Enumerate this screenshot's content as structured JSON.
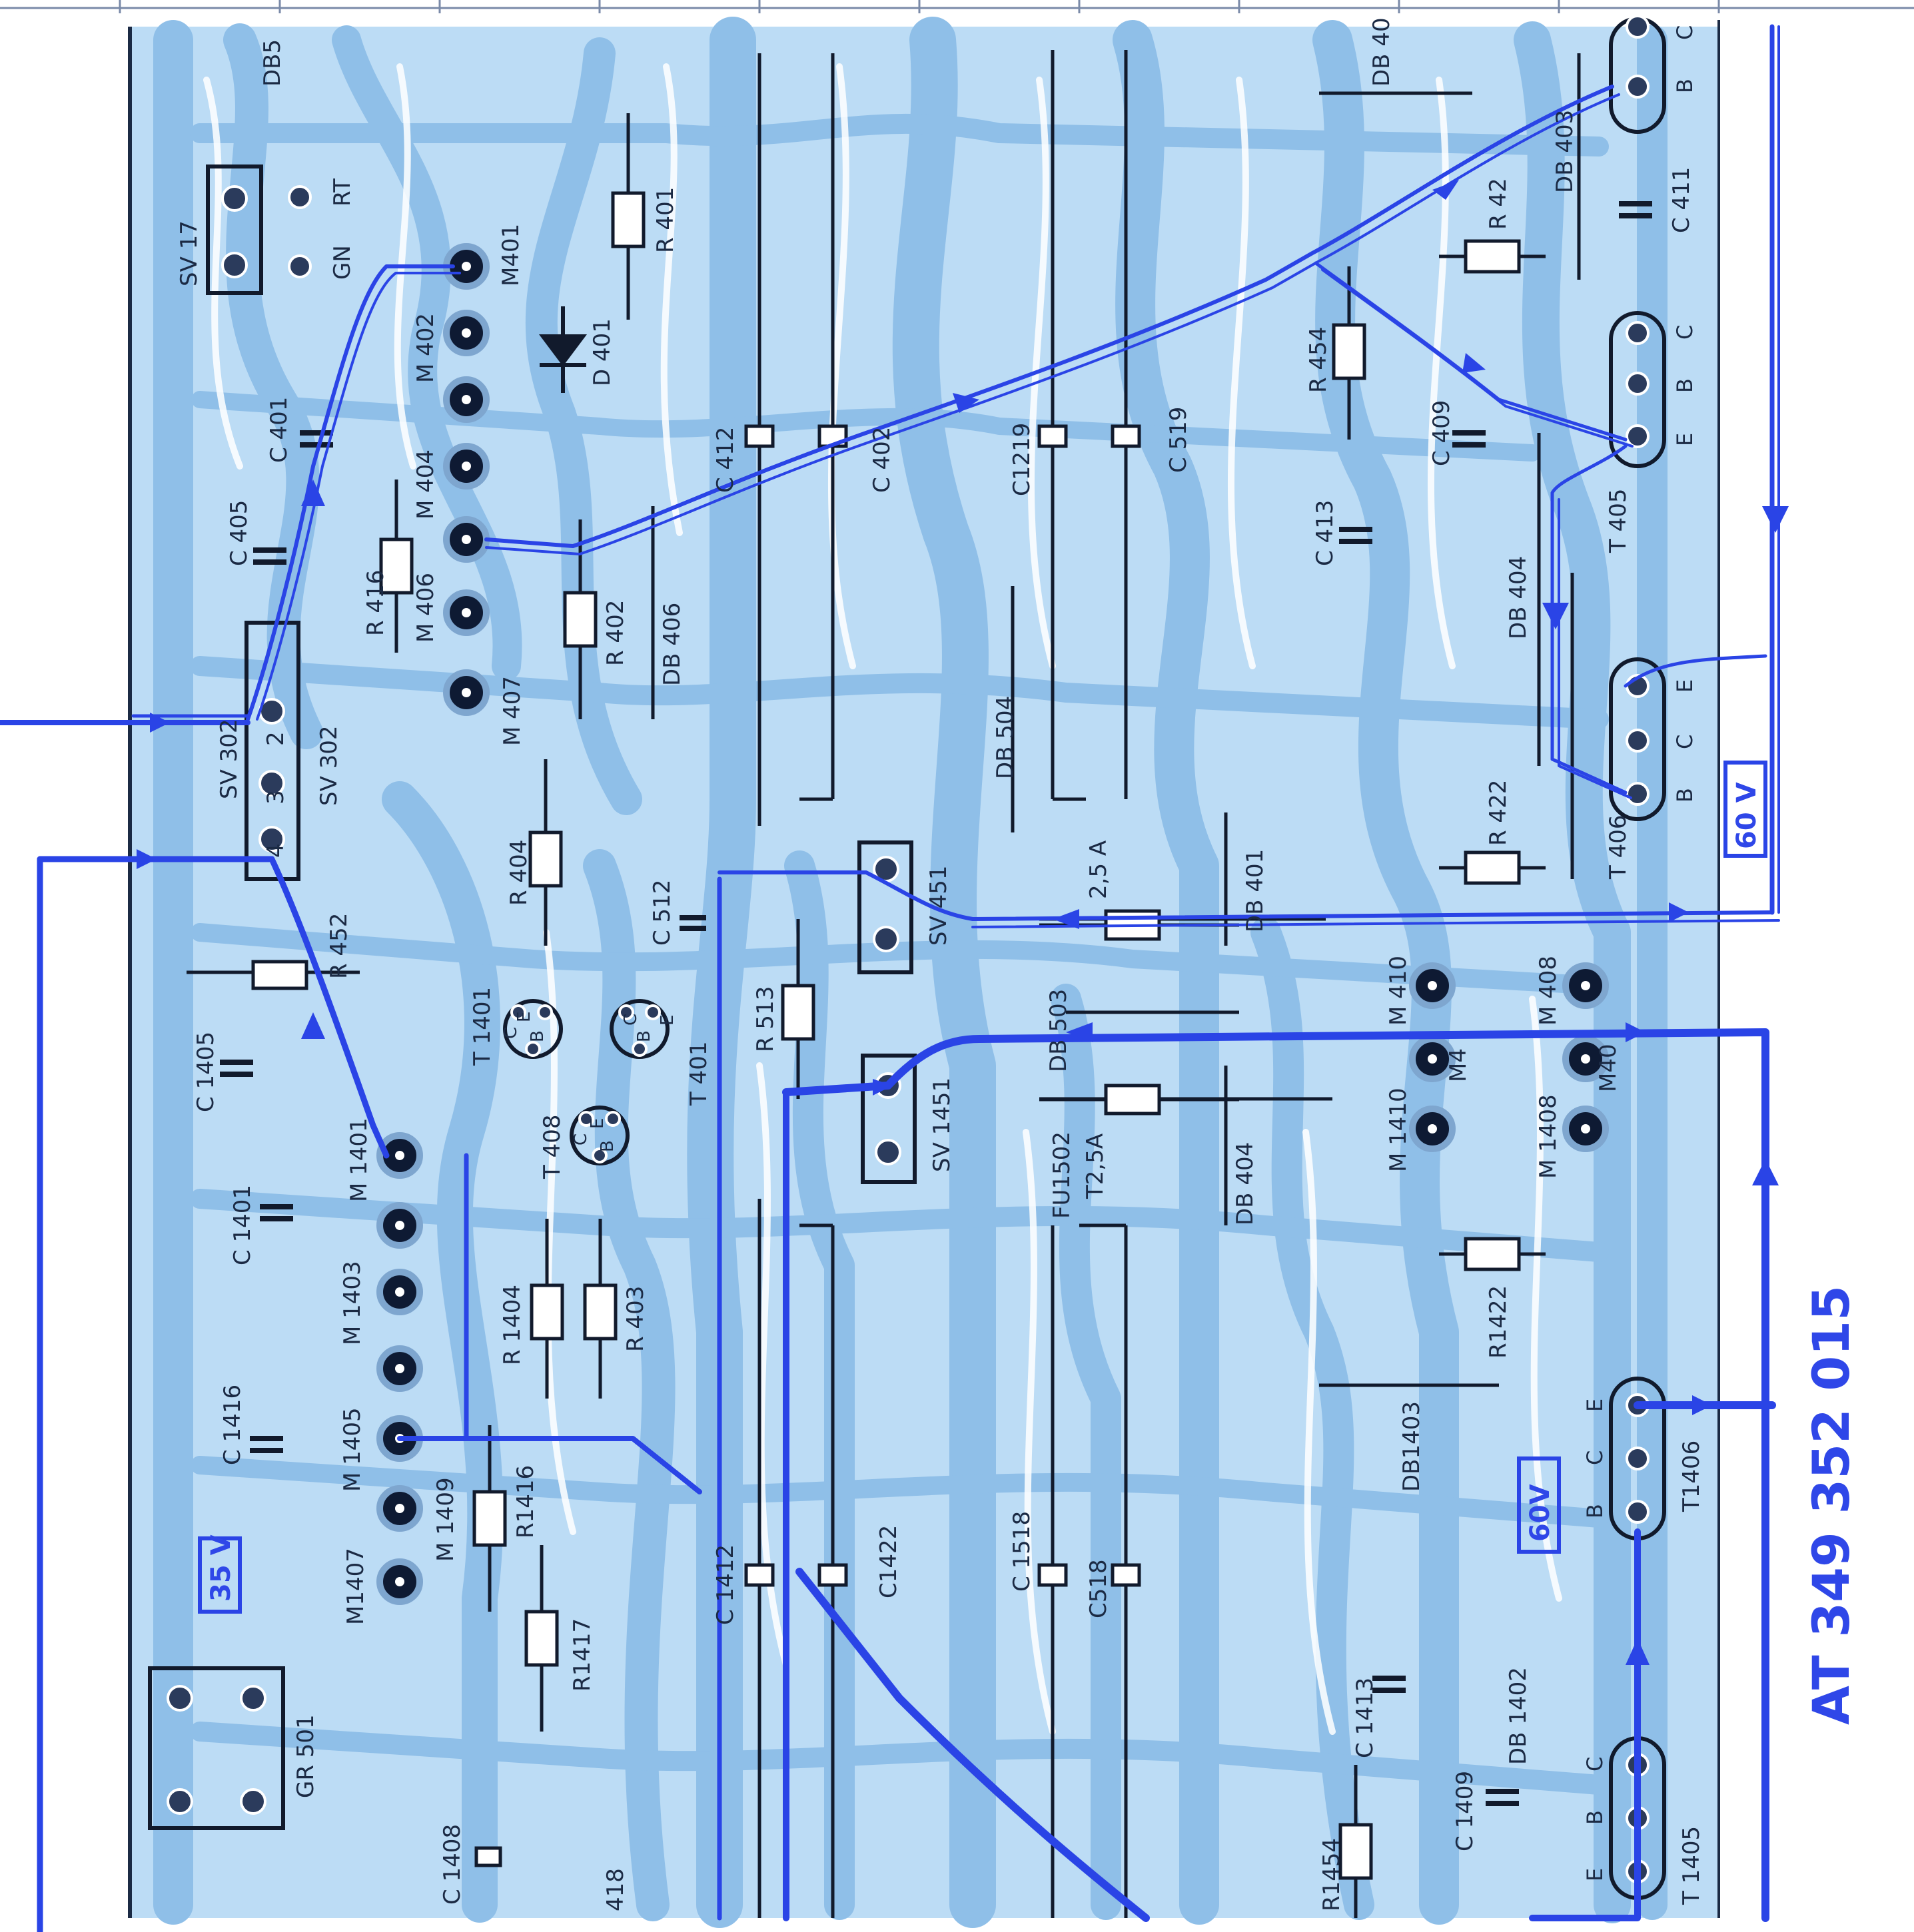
{
  "document_number": "AT 349 352 015",
  "voltage_marks": [
    {
      "id": "v35",
      "text": "35 V"
    },
    {
      "id": "v60a",
      "text": "60 V"
    },
    {
      "id": "v60b",
      "text": "60V"
    }
  ],
  "components": [
    {
      "id": "sv17",
      "text": "SV 17"
    },
    {
      "id": "gn",
      "text": "GN"
    },
    {
      "id": "rt",
      "text": "RT"
    },
    {
      "id": "db5",
      "text": "DB5"
    },
    {
      "id": "sv302a",
      "text": "SV 302"
    },
    {
      "id": "sv302b",
      "text": "SV 302"
    },
    {
      "id": "p2",
      "text": "2"
    },
    {
      "id": "p3",
      "text": "3"
    },
    {
      "id": "p4",
      "text": "4"
    },
    {
      "id": "c405",
      "text": "C 405"
    },
    {
      "id": "c401",
      "text": "C 401"
    },
    {
      "id": "r416",
      "text": "R 416"
    },
    {
      "id": "m406",
      "text": "M 406"
    },
    {
      "id": "m404",
      "text": "M 404"
    },
    {
      "id": "m402",
      "text": "M 402"
    },
    {
      "id": "m407",
      "text": "M 407"
    },
    {
      "id": "m401",
      "text": "M401"
    },
    {
      "id": "d401",
      "text": "D 401"
    },
    {
      "id": "r401",
      "text": "R 401"
    },
    {
      "id": "r402",
      "text": "R 402"
    },
    {
      "id": "db406",
      "text": "DB 406"
    },
    {
      "id": "c412",
      "text": "C 412"
    },
    {
      "id": "c402",
      "text": "C 402"
    },
    {
      "id": "c1219",
      "text": "C1219"
    },
    {
      "id": "c519",
      "text": "C 519"
    },
    {
      "id": "db504",
      "text": "DB 504"
    },
    {
      "id": "a25",
      "text": "2,5 A"
    },
    {
      "id": "db401",
      "text": "DB 401"
    },
    {
      "id": "sv451",
      "text": "SV 451"
    },
    {
      "id": "c512",
      "text": "C 512"
    },
    {
      "id": "r513",
      "text": "R 513"
    },
    {
      "id": "db503",
      "text": "DB 503"
    },
    {
      "id": "fu1502",
      "text": "FU1502"
    },
    {
      "id": "t25a",
      "text": "T2,5A"
    },
    {
      "id": "sv1451",
      "text": "SV 1451"
    },
    {
      "id": "db404",
      "text": "DB 404"
    },
    {
      "id": "r404",
      "text": "R 404"
    },
    {
      "id": "t1401",
      "text": "T 1401"
    },
    {
      "id": "t401",
      "text": "T 401"
    },
    {
      "id": "t408",
      "text": "T 408"
    },
    {
      "id": "r452",
      "text": "R 452"
    },
    {
      "id": "c1405",
      "text": "C 1405"
    },
    {
      "id": "c1401",
      "text": "C 1401"
    },
    {
      "id": "m1401",
      "text": "M 1401"
    },
    {
      "id": "m1403",
      "text": "M 1403"
    },
    {
      "id": "m1405",
      "text": "M 1405"
    },
    {
      "id": "m1409",
      "text": "M 1409"
    },
    {
      "id": "m1407",
      "text": "M1407"
    },
    {
      "id": "r1404",
      "text": "R 1404"
    },
    {
      "id": "r403",
      "text": "R 403"
    },
    {
      "id": "r1416",
      "text": "R1416"
    },
    {
      "id": "r1417",
      "text": "R1417"
    },
    {
      "id": "c1416",
      "text": "C 1416"
    },
    {
      "id": "c1412",
      "text": "C 1412"
    },
    {
      "id": "c1422",
      "text": "C1422"
    },
    {
      "id": "c1518",
      "text": "C 1518"
    },
    {
      "id": "c518",
      "text": "C518"
    },
    {
      "id": "gr501",
      "text": "GR 501"
    },
    {
      "id": "c1408",
      "text": "C 1408"
    },
    {
      "id": "n418",
      "text": "418"
    },
    {
      "id": "db403",
      "text": "DB 403"
    },
    {
      "id": "db40",
      "text": "DB 40"
    },
    {
      "id": "r42",
      "text": "R 42"
    },
    {
      "id": "c411",
      "text": "C 411"
    },
    {
      "id": "r454",
      "text": "R 454"
    },
    {
      "id": "c409",
      "text": "C 409"
    },
    {
      "id": "c413",
      "text": "C 413"
    },
    {
      "id": "t405",
      "text": "T 405"
    },
    {
      "id": "t406",
      "text": "T 406"
    },
    {
      "id": "r422",
      "text": "R 422"
    },
    {
      "id": "db404b",
      "text": "DB 404"
    },
    {
      "id": "m410",
      "text": "M 410"
    },
    {
      "id": "m408",
      "text": "M 408"
    },
    {
      "id": "m1410",
      "text": "M 1410"
    },
    {
      "id": "m1408",
      "text": "M 1408"
    },
    {
      "id": "m4a",
      "text": "M4"
    },
    {
      "id": "m40",
      "text": "M40"
    },
    {
      "id": "r1422",
      "text": "R1422"
    },
    {
      "id": "db1403",
      "text": "DB1403"
    },
    {
      "id": "t1406",
      "text": "T1406"
    },
    {
      "id": "c1413",
      "text": "C 1413"
    },
    {
      "id": "db1402",
      "text": "DB 1402"
    },
    {
      "id": "c1409",
      "text": "C 1409"
    },
    {
      "id": "r1454",
      "text": "R1454"
    },
    {
      "id": "t1405",
      "text": "T 1405"
    }
  ],
  "pin_letters": [
    {
      "id": "t403_b",
      "text": "B"
    },
    {
      "id": "t403_c",
      "text": "C"
    },
    {
      "id": "t405_e",
      "text": "E"
    },
    {
      "id": "t405_b",
      "text": "B"
    },
    {
      "id": "t405_c",
      "text": "C"
    },
    {
      "id": "t406_e",
      "text": "E"
    },
    {
      "id": "t406_c",
      "text": "C"
    },
    {
      "id": "t406_b",
      "text": "B"
    },
    {
      "id": "t1406_e",
      "text": "E"
    },
    {
      "id": "t1406_c",
      "text": "C"
    },
    {
      "id": "t1406_b",
      "text": "B"
    },
    {
      "id": "t1405_c",
      "text": "C"
    },
    {
      "id": "t1405_b",
      "text": "B"
    },
    {
      "id": "t1405_e",
      "text": "E"
    },
    {
      "id": "t1401_e",
      "text": "E"
    },
    {
      "id": "t1401_c",
      "text": "C"
    },
    {
      "id": "t1401_b",
      "text": "B"
    },
    {
      "id": "t401_c",
      "text": "C"
    },
    {
      "id": "t401_b",
      "text": "B"
    },
    {
      "id": "t401_e",
      "text": "E"
    },
    {
      "id": "t408_e",
      "text": "E"
    },
    {
      "id": "t408_c",
      "text": "C"
    },
    {
      "id": "t408_b",
      "text": "B"
    }
  ],
  "colors": {
    "paper": "#ffffff",
    "copper": "#9ec8ec",
    "drill": "#ffffff",
    "marker_blue": "#2a44e6",
    "print_ink": "#1b2a44",
    "pad_ring": "#2b3b5c"
  }
}
